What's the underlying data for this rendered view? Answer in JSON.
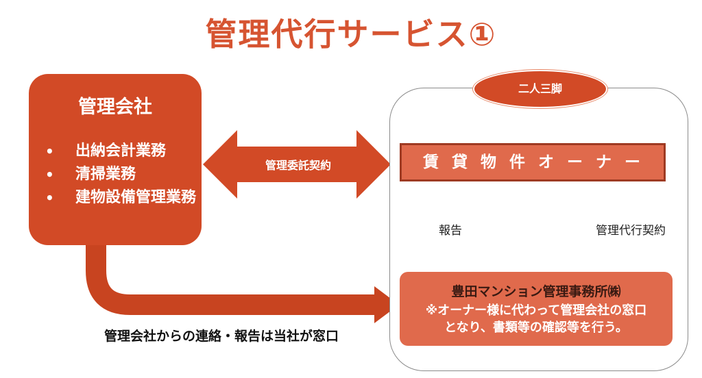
{
  "title": "管理代行サービス①",
  "management_company": {
    "title": "管理会社",
    "duties": [
      "出納会計業務",
      "清掃業務",
      "建物設備管理業務"
    ]
  },
  "contract_arrow_label": "管理委託契約",
  "partnership_badge": "二人三脚",
  "owner_box": "賃貸物件オーナー",
  "report_label": "報告",
  "agency_contract_label": "管理代行契約",
  "office_box": {
    "title": "豊田マンション管理事務所㈱",
    "note_line1": "※オーナー様に代わって管理会社の窓口",
    "note_line2": "となり、書類等の確認等を行う。"
  },
  "footer_note": "管理会社からの連絡・報告は当社が窓口",
  "colors": {
    "accent": "#d24a26",
    "light_accent": "#e06a4c",
    "title": "#d65431"
  }
}
